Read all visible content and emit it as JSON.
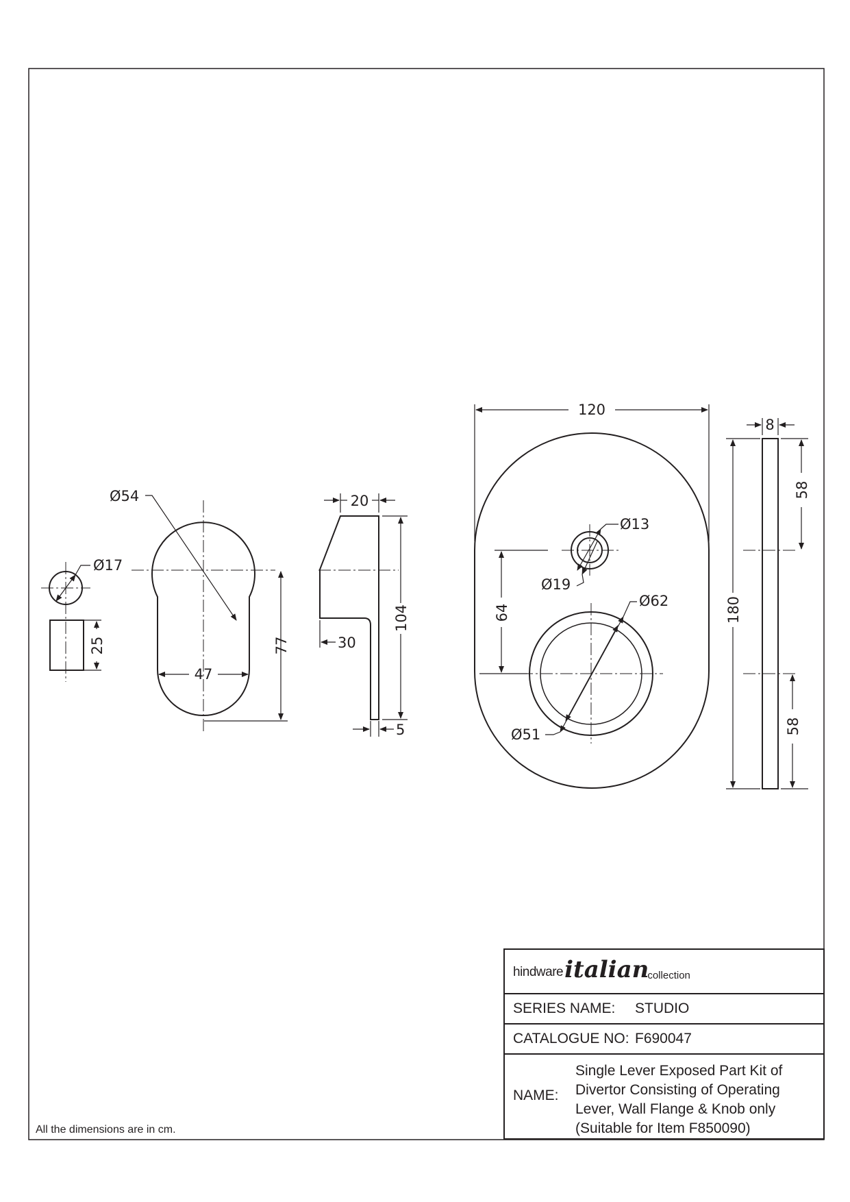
{
  "dimensions": {
    "knob_diameter": "Ø17",
    "knob_height": "25",
    "lever_head_diameter": "Ø54",
    "lever_width": "47",
    "lever_height": "77",
    "lever_side_top": "20",
    "lever_side_depth": "30",
    "lever_side_height": "104",
    "lever_side_thickness": "5",
    "flange_width": "120",
    "flange_height": "180",
    "flange_thickness": "8",
    "flange_top_offset": "58",
    "flange_bottom_offset": "58",
    "flange_center_distance": "64",
    "small_hole_inner": "Ø13",
    "small_hole_outer": "Ø19",
    "large_hole_outer": "Ø62",
    "large_hole_inner": "Ø51"
  },
  "footnote": "All the dimensions are in cm.",
  "title_block": {
    "logo": {
      "brand": "hindware",
      "italian": "italian",
      "collection": "collection"
    },
    "series_label": "SERIES NAME:",
    "series_value": "STUDIO",
    "catalogue_label": "CATALOGUE NO:",
    "catalogue_value": "F690047",
    "name_label": "NAME:",
    "name_lines": [
      "Single Lever Exposed Part Kit of",
      "Divertor Consisting of Operating",
      "Lever, Wall Flange & Knob only",
      "(Suitable for Item F850090)"
    ]
  },
  "colors": {
    "ink": "#231f20",
    "paper": "#ffffff"
  }
}
